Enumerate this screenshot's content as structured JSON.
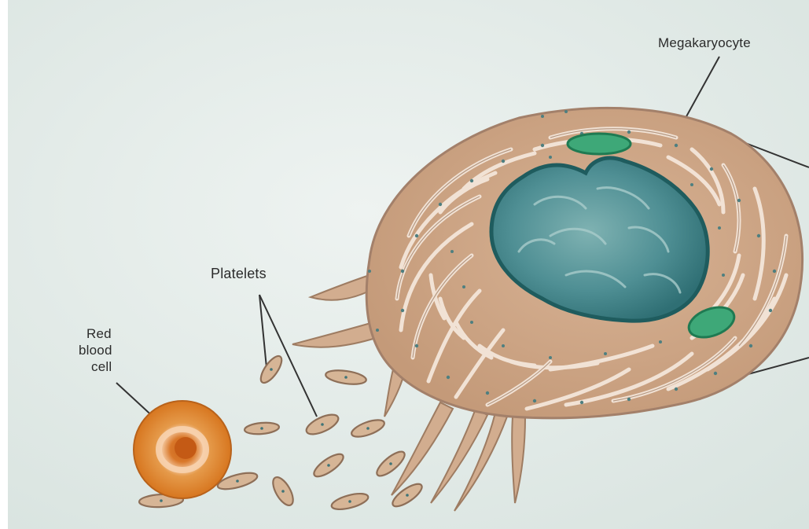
{
  "figure": {
    "labels": {
      "megakaryocyte": "Megakaryocyte",
      "platelets": "Platelets",
      "red_blood_cell_line1": "Red",
      "red_blood_cell_line2": "blood",
      "red_blood_cell_line3": "cell"
    },
    "colors": {
      "paper": "#e3ece9",
      "cytoplasm": "#cfa98a",
      "cytoplasm_edge": "#a98569",
      "membrane_channel": "#f3e4d7",
      "nucleus": "#4f8f94",
      "nucleus_dark": "#2f6f74",
      "granule_green": "#3ea878",
      "red_cell": "#e08a2a",
      "red_cell_center": "#c9641c",
      "platelet": "#d9b89a",
      "leader_line": "#333333"
    }
  }
}
